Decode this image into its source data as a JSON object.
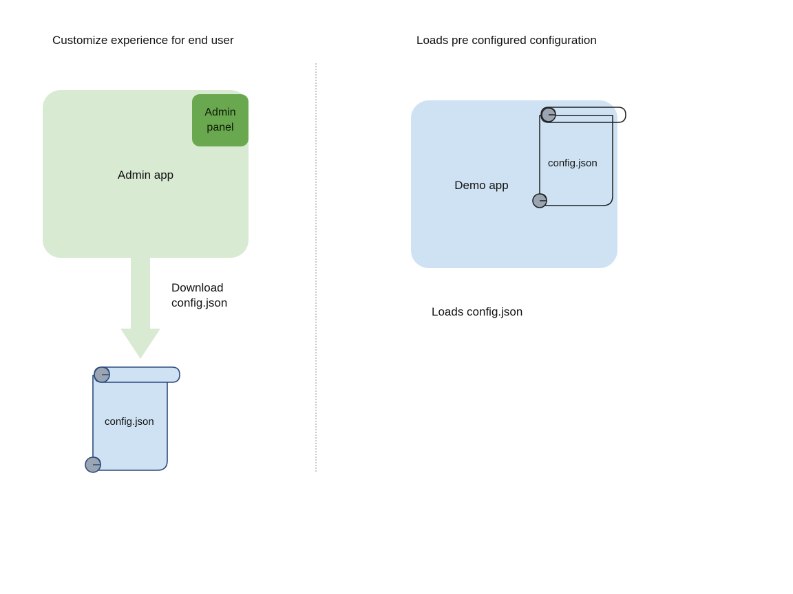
{
  "panels": {
    "left": {
      "title": "Customize experience for end user",
      "app": {
        "label": "Admin app",
        "color": "#d9ead3"
      },
      "chip": {
        "line1": "Admin",
        "line2": "panel",
        "color": "#6aa84f"
      },
      "arrow": {
        "caption_line1": "Download",
        "caption_line2": "config.json",
        "color": "#d9ead3",
        "direction": "down"
      },
      "document": {
        "label": "config.json",
        "fill": "#cfe2f3",
        "stroke": "#2b4a7d",
        "roll_color": "#9aa5b1"
      }
    },
    "right": {
      "title": "Loads pre configured configuration",
      "app": {
        "label": "Demo app",
        "color": "#cfe2f3"
      },
      "document": {
        "label": "config.json",
        "fill": "transparent",
        "stroke": "#1f1f1f",
        "roll_color": "#9aa5b1"
      },
      "caption": "Loads config.json"
    }
  },
  "divider": {
    "style": "dotted",
    "color": "#c9c9c9"
  }
}
